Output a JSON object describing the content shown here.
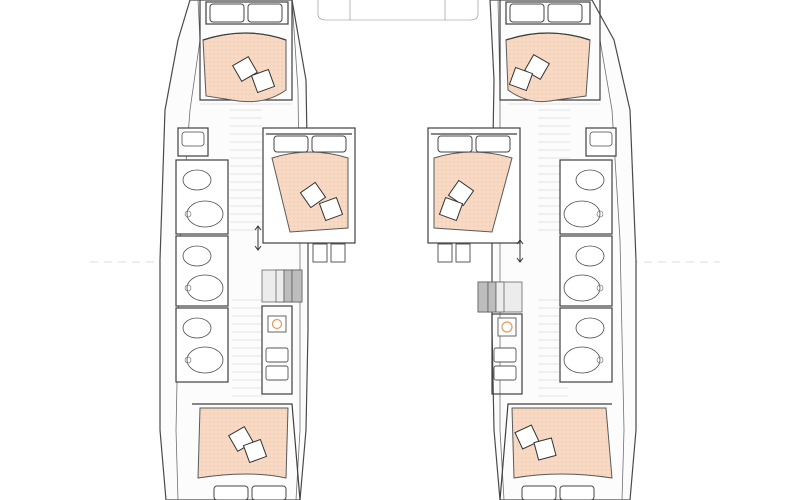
{
  "plan": {
    "colors": {
      "bed_fill": "#f7d9c4",
      "bed_dot": "#e9b596",
      "outline": "#3f3f3f",
      "hull": "#fcfcfc",
      "deck_plank": "#c9c9c9"
    },
    "hulls": [
      "port",
      "starboard"
    ],
    "cabins_per_hull": 3,
    "heads_per_hull": 3,
    "icons": {
      "cooktop": "cooktop-icon",
      "washer": "washer-icon",
      "stairs": "stairs-icon",
      "bed": "bed-icon",
      "pillow": "pillow-icon",
      "toilet": "toilet-icon",
      "shower": "shower-icon",
      "sink": "sink-icon"
    }
  }
}
